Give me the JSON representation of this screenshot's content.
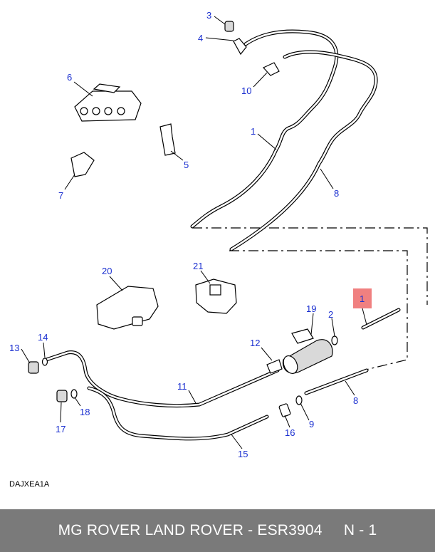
{
  "diagram_code": "DAJXEA1A",
  "footer": {
    "brand": "MG ROVER LAND ROVER",
    "separator": " - ",
    "part_number": "ESR3904",
    "gap": "     ",
    "position": "N - 1"
  },
  "highlight_color": "#f08080",
  "callout_color": "#1a2fd0",
  "callouts": [
    {
      "id": "c3",
      "label": "3"
    },
    {
      "id": "c4",
      "label": "4"
    },
    {
      "id": "c6",
      "label": "6"
    },
    {
      "id": "c10",
      "label": "10"
    },
    {
      "id": "c1a",
      "label": "1"
    },
    {
      "id": "c5",
      "label": "5"
    },
    {
      "id": "c7",
      "label": "7"
    },
    {
      "id": "c8a",
      "label": "8"
    },
    {
      "id": "c20",
      "label": "20"
    },
    {
      "id": "c21",
      "label": "21"
    },
    {
      "id": "c1b",
      "label": "1"
    },
    {
      "id": "c19",
      "label": "19"
    },
    {
      "id": "c2",
      "label": "2"
    },
    {
      "id": "c14",
      "label": "14"
    },
    {
      "id": "c13",
      "label": "13"
    },
    {
      "id": "c12",
      "label": "12"
    },
    {
      "id": "c11",
      "label": "11"
    },
    {
      "id": "c8b",
      "label": "8"
    },
    {
      "id": "c18",
      "label": "18"
    },
    {
      "id": "c17",
      "label": "17"
    },
    {
      "id": "c9",
      "label": "9"
    },
    {
      "id": "c16",
      "label": "16"
    },
    {
      "id": "c15",
      "label": "15"
    }
  ]
}
